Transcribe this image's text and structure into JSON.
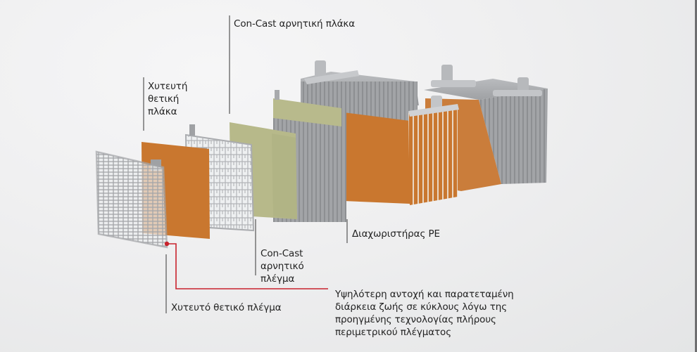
{
  "diagram": {
    "labels": {
      "negative_plate": "Con-Cast αρνητική πλάκα",
      "positive_plate": "Χυτευτή\nθετική\nπλάκα",
      "negative_grid": "Con-Cast\nαρνητικό\nπλέγμα",
      "separator": "Διαχωριστήρας PE",
      "positive_grid": "Χυτευτό θετικό πλέγμα",
      "benefit": "Υψηλότερη αντοχή και παρατεταμένη\nδιάρκεια ζωής σε κύκλους λόγω της\nπροηγμένης τεχνολογίας πλήρους\nπεριμετρικού πλέγματος"
    },
    "colors": {
      "plate_orange": "#c9772f",
      "separator_green": "#b7b98a",
      "grid_gray": "#a9abae",
      "block_gray": "#9c9ea1",
      "callout_red": "#c8222c",
      "leader_gray": "#555555"
    }
  }
}
